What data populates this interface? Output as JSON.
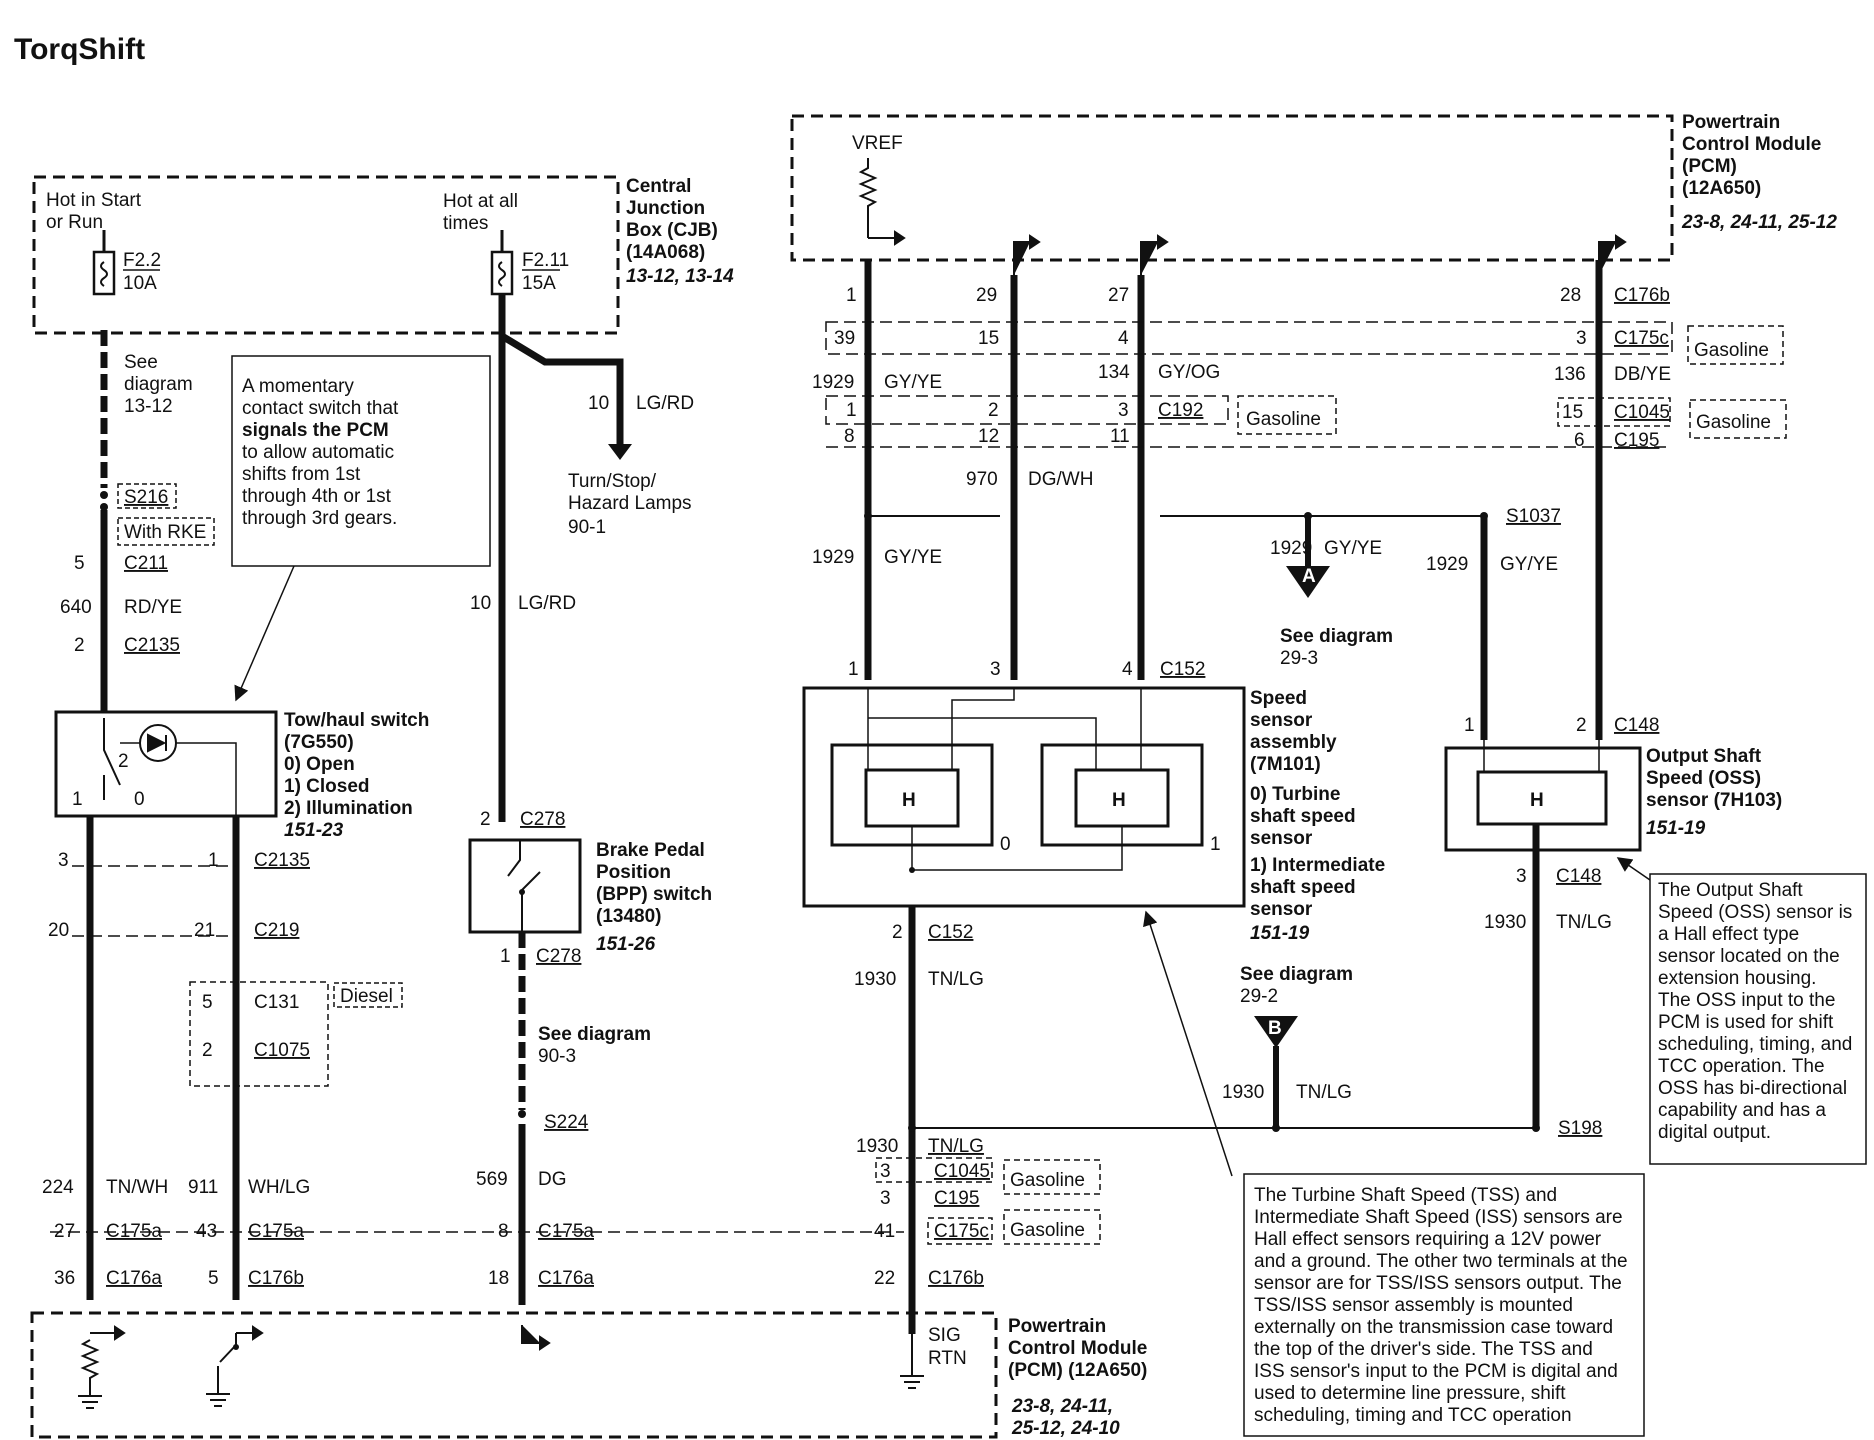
{
  "title": "TorqShift",
  "cjb": {
    "lines": [
      "Central",
      "Junction",
      "Box (CJB)",
      "(14A068)"
    ],
    "ref": "13-12, 13-14",
    "hot_start_lines": [
      "Hot in Start",
      "or Run"
    ],
    "hot_all_lines": [
      "Hot at all",
      "times"
    ],
    "fuse1": [
      "F2.2",
      "10A"
    ],
    "fuse2": [
      "F2.11",
      "15A"
    ]
  },
  "pcm_top": {
    "lines": [
      "Powertrain",
      "Control Module",
      "(PCM)",
      "(12A650)"
    ],
    "ref": "23-8, 24-11, 25-12",
    "vref": "VREF",
    "pins": [
      "1",
      "29",
      "27",
      "28"
    ]
  },
  "pcm_bottom": {
    "lines": [
      "Powertrain",
      "Control Module",
      "(PCM) (12A650)"
    ],
    "ref_lines": [
      "23-8, 24-11,",
      "25-12, 24-10"
    ],
    "sig": "SIG",
    "rtn": "RTN"
  },
  "note_momentary": {
    "lines": [
      "A momentary",
      "contact switch that",
      "signals the PCM",
      "to allow automatic",
      "shifts from 1st",
      "through 4th or 1st",
      "through 3rd gears."
    ]
  },
  "tow_haul": {
    "lines": [
      "Tow/haul switch",
      "(7G550)",
      "0) Open",
      "1) Closed",
      "2) Illumination"
    ],
    "ref": "151-23"
  },
  "bpp": {
    "lines": [
      "Brake Pedal",
      "Position",
      "(BPP) switch",
      "(13480)"
    ],
    "ref": "151-26"
  },
  "speed_sensor": {
    "lines": [
      "Speed",
      "sensor",
      "assembly",
      "(7M101)",
      "0) Turbine",
      "shaft speed",
      "sensor",
      "1) Intermediate",
      "shaft speed",
      "sensor"
    ],
    "ref": "151-19",
    "h": "H"
  },
  "oss": {
    "lines": [
      "Output Shaft",
      "Speed (OSS)",
      "sensor (7H103)"
    ],
    "ref": "151-19"
  },
  "note_oss": {
    "lines": [
      "The Output Shaft",
      "Speed (OSS) sensor is",
      "a Hall effect type",
      "sensor located on the",
      "extension housing.",
      "The OSS input to the",
      "PCM is used for shift",
      "scheduling, timing, and",
      "TCC operation.  The",
      "OSS has bi-directional",
      "capability and has a",
      "digital output."
    ]
  },
  "note_tss": {
    "lines": [
      "The Turbine Shaft Speed (TSS) and",
      "Intermediate Shaft Speed (ISS) sensors are",
      "Hall effect sensors requiring a 12V power",
      "and a ground.  The other two terminals at the",
      "sensor are for TSS/ISS sensors output.  The",
      "TSS/ISS sensor assembly is mounted",
      "externally on the transmission case toward",
      "the top of the driver's side.  The TSS and",
      "ISS sensor's input to the PCM is digital and",
      "used to determine line pressure, shift",
      "scheduling, timing and TCC operation"
    ]
  },
  "see": {
    "d1312": [
      "See",
      "diagram",
      "13-12"
    ],
    "d903": [
      "See diagram",
      "90-3"
    ],
    "d293": [
      "See diagram",
      "29-3"
    ],
    "d292": [
      "See diagram",
      "29-2"
    ],
    "turn_lines": [
      "Turn/Stop/",
      "Hazard Lamps",
      "90-1"
    ],
    "conn_a": "A",
    "conn_b": "B"
  },
  "tags": {
    "gasoline": "Gasoline",
    "diesel": "Diesel",
    "with_rke": "With RKE"
  },
  "labels": [
    {
      "id": "s216",
      "t": "S216"
    },
    {
      "id": "c211p",
      "t": "5"
    },
    {
      "id": "c211",
      "t": "C211"
    },
    {
      "id": "w640",
      "t": "640"
    },
    {
      "id": "w640c",
      "t": "RD/YE"
    },
    {
      "id": "c2135p",
      "t": "2"
    },
    {
      "id": "c2135",
      "t": "C2135"
    },
    {
      "id": "sw2",
      "t": "2"
    },
    {
      "id": "sw1",
      "t": "1"
    },
    {
      "id": "sw0",
      "t": "0"
    },
    {
      "id": "c2135bp1",
      "t": "3"
    },
    {
      "id": "c2135bp2",
      "t": "1"
    },
    {
      "id": "c2135b",
      "t": "C2135"
    },
    {
      "id": "c219p1",
      "t": "20"
    },
    {
      "id": "c219p2",
      "t": "21"
    },
    {
      "id": "c219",
      "t": "C219"
    },
    {
      "id": "c131p",
      "t": "5"
    },
    {
      "id": "c131",
      "t": "C131"
    },
    {
      "id": "c1075p",
      "t": "2"
    },
    {
      "id": "c1075",
      "t": "C1075"
    },
    {
      "id": "w224",
      "t": "224"
    },
    {
      "id": "w224c",
      "t": "TN/WH"
    },
    {
      "id": "w911",
      "t": "911"
    },
    {
      "id": "w911c",
      "t": "WH/LG"
    },
    {
      "id": "c175a1p",
      "t": "27"
    },
    {
      "id": "c175a1",
      "t": "C175a"
    },
    {
      "id": "c175a2p",
      "t": "43"
    },
    {
      "id": "c175a2",
      "t": "C175a"
    },
    {
      "id": "c176a1p",
      "t": "36"
    },
    {
      "id": "c176a1",
      "t": "C176a"
    },
    {
      "id": "c176b1p",
      "t": "5"
    },
    {
      "id": "c176b1",
      "t": "C176b"
    },
    {
      "id": "w10b",
      "t": "10"
    },
    {
      "id": "w10bc",
      "t": "LG/RD"
    },
    {
      "id": "w10a",
      "t": "10"
    },
    {
      "id": "w10ac",
      "t": "LG/RD"
    },
    {
      "id": "c278ap",
      "t": "2"
    },
    {
      "id": "c278a",
      "t": "C278"
    },
    {
      "id": "c278bp",
      "t": "1"
    },
    {
      "id": "c278b",
      "t": "C278"
    },
    {
      "id": "s224",
      "t": "S224"
    },
    {
      "id": "w569",
      "t": "569"
    },
    {
      "id": "w569c",
      "t": "DG"
    },
    {
      "id": "c175a3p",
      "t": "8"
    },
    {
      "id": "c175a3",
      "t": "C175a"
    },
    {
      "id": "c176a2p",
      "t": "18"
    },
    {
      "id": "c176a2",
      "t": "C176a"
    },
    {
      "id": "c176bp1",
      "t": "28"
    },
    {
      "id": "c176b",
      "t": "C176b"
    },
    {
      "id": "c175cp1",
      "t": "39"
    },
    {
      "id": "c175cp2",
      "t": "15"
    },
    {
      "id": "c175cp3",
      "t": "4"
    },
    {
      "id": "c175cp4",
      "t": "3"
    },
    {
      "id": "c175c",
      "t": "C175c"
    },
    {
      "id": "w1929a",
      "t": "1929"
    },
    {
      "id": "w1929ac",
      "t": "GY/YE"
    },
    {
      "id": "w134",
      "t": "134"
    },
    {
      "id": "w134c",
      "t": "GY/OG"
    },
    {
      "id": "w136",
      "t": "136"
    },
    {
      "id": "w136c",
      "t": "DB/YE"
    },
    {
      "id": "c192p1",
      "t": "1"
    },
    {
      "id": "c192p2",
      "t": "2"
    },
    {
      "id": "c192p3",
      "t": "3"
    },
    {
      "id": "c192",
      "t": "C192"
    },
    {
      "id": "c1045p",
      "t": "15"
    },
    {
      "id": "c1045",
      "t": "C1045"
    },
    {
      "id": "c195p1",
      "t": "8"
    },
    {
      "id": "c195p2",
      "t": "12"
    },
    {
      "id": "c195p3",
      "t": "11"
    },
    {
      "id": "c195p4",
      "t": "6"
    },
    {
      "id": "c195",
      "t": "C195"
    },
    {
      "id": "w970",
      "t": "970"
    },
    {
      "id": "w970c",
      "t": "DG/WH"
    },
    {
      "id": "w1929b",
      "t": "1929"
    },
    {
      "id": "w1929bc",
      "t": "GY/YE"
    },
    {
      "id": "w1929c",
      "t": "1929"
    },
    {
      "id": "w1929cc",
      "t": "GY/YE"
    },
    {
      "id": "w1929d",
      "t": "1929"
    },
    {
      "id": "w1929dc",
      "t": "GY/YE"
    },
    {
      "id": "s1037",
      "t": "S1037"
    },
    {
      "id": "c152p1",
      "t": "1"
    },
    {
      "id": "c152p2",
      "t": "3"
    },
    {
      "id": "c152p3",
      "t": "4"
    },
    {
      "id": "c152",
      "t": "C152"
    },
    {
      "id": "ss0",
      "t": "0"
    },
    {
      "id": "ss1",
      "t": "1"
    },
    {
      "id": "c148p1",
      "t": "1"
    },
    {
      "id": "c148p2",
      "t": "2"
    },
    {
      "id": "c148",
      "t": "C148"
    },
    {
      "id": "c152bp",
      "t": "2"
    },
    {
      "id": "c152b",
      "t": "C152"
    },
    {
      "id": "w1930a",
      "t": "1930"
    },
    {
      "id": "w1930ac",
      "t": "TN/LG"
    },
    {
      "id": "c148bp",
      "t": "3"
    },
    {
      "id": "c148b",
      "t": "C148"
    },
    {
      "id": "w1930b",
      "t": "1930"
    },
    {
      "id": "w1930bc",
      "t": "TN/LG"
    },
    {
      "id": "w1930c",
      "t": "1930"
    },
    {
      "id": "w1930cc",
      "t": "TN/LG"
    },
    {
      "id": "s198",
      "t": "S198"
    },
    {
      "id": "w1930d",
      "t": "1930"
    },
    {
      "id": "w1930dc",
      "t": "TN/LG"
    },
    {
      "id": "c1045bp",
      "t": "3"
    },
    {
      "id": "c1045b",
      "t": "C1045"
    },
    {
      "id": "c195bp",
      "t": "3"
    },
    {
      "id": "c195b",
      "t": "C195"
    },
    {
      "id": "c175cbp",
      "t": "41"
    },
    {
      "id": "c175cb",
      "t": "C175c"
    },
    {
      "id": "c176bbp",
      "t": "22"
    },
    {
      "id": "c176bb",
      "t": "C176b"
    }
  ]
}
